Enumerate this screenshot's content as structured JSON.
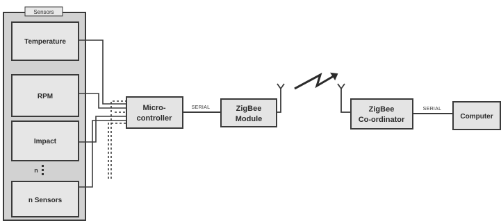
{
  "sensor_group": {
    "title": "Sensors",
    "sensors": [
      {
        "label": "Temperature"
      },
      {
        "label": "RPM"
      },
      {
        "label": "Impact"
      },
      {
        "label": "n Sensors"
      }
    ],
    "ellipsis": "n"
  },
  "blocks": {
    "microcontroller": [
      "Micro-",
      "controller"
    ],
    "zigbee_module": [
      "ZigBee",
      "Module"
    ],
    "zigbee_coordinator": [
      "ZigBee",
      "Co-ordinator"
    ],
    "computer": "Computer"
  },
  "links": {
    "serial_1": "SERIAL",
    "serial_2": "SERIAL"
  },
  "colors": {
    "box_fill": "#e4e4e4",
    "group_fill": "#cfcfcf",
    "stroke": "#3a3a3a"
  }
}
